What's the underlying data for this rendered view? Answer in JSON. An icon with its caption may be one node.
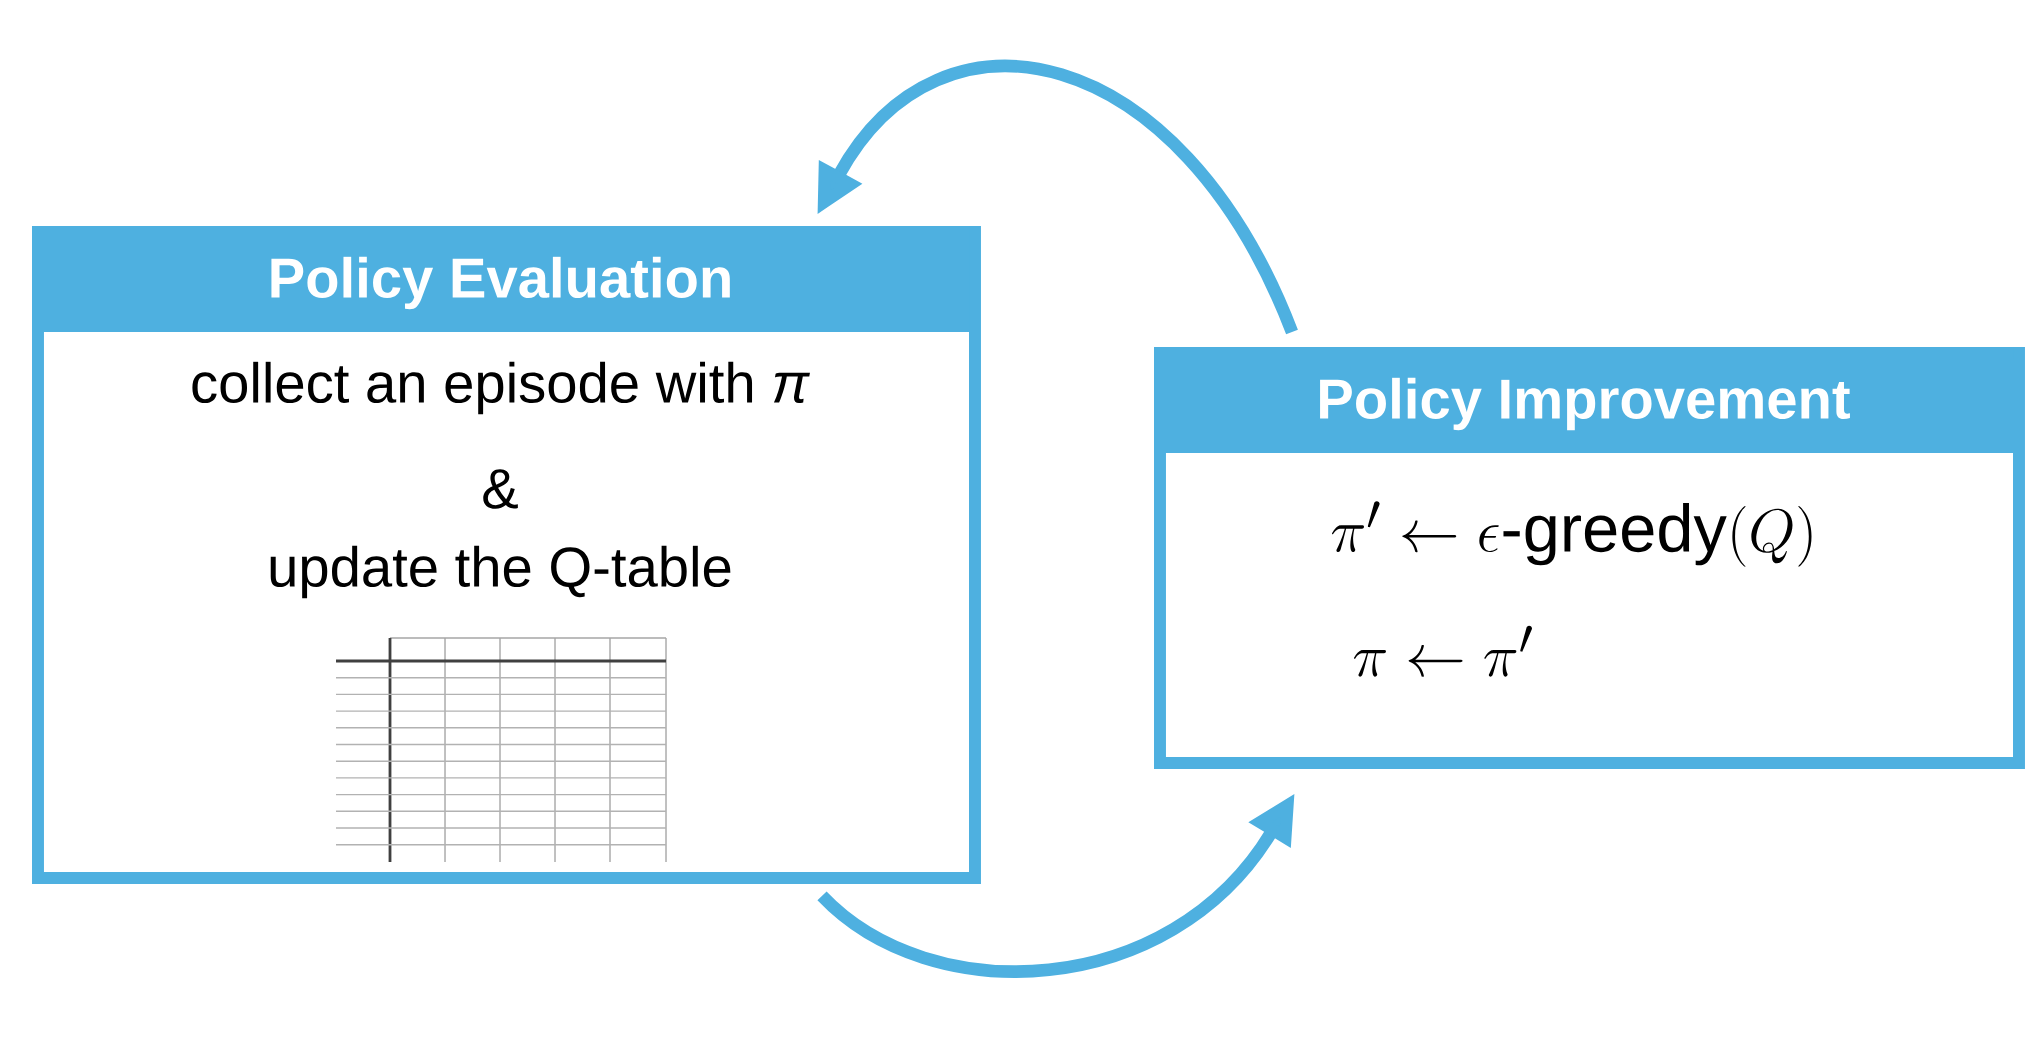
{
  "diagram": {
    "nodes": [
      {
        "text": [
          "Policy Evaluation",
          "collect an episode with *π*",
          "&",
          "update the Q-table"
        ]
      },
      {
        "text": [
          "Policy Improvement",
          "\\pi' \\leftarrow \\epsilon\\text{-greedy}(Q)",
          "\\pi \\leftarrow \\pi'"
        ]
      }
    ],
    "edges": [
      {
        "from": 0,
        "to": 1,
        "arrow": "to"
      },
      {
        "from": 1,
        "to": 0,
        "arrow": "to"
      }
    ]
  }
}
